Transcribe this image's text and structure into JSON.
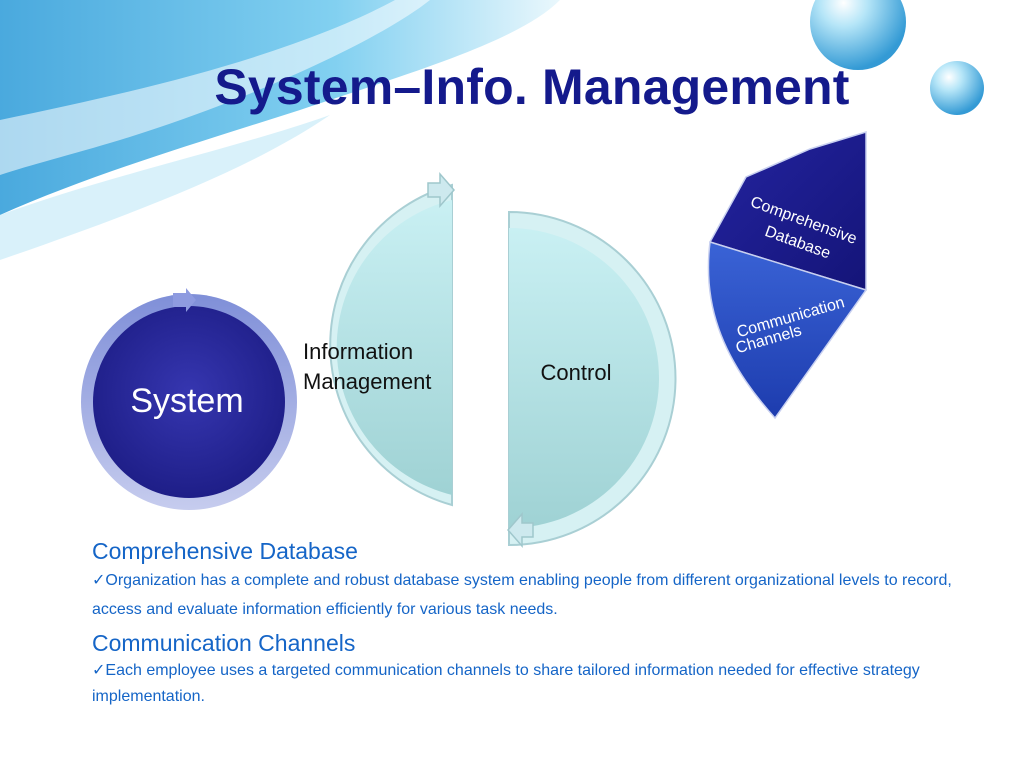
{
  "slide": {
    "title": "System–Info. Management"
  },
  "diagram": {
    "system_label": "System",
    "info_label_line1": "Information",
    "info_label_line2": "Management",
    "control_label": "Control",
    "segment_top_line1": "Comprehensive",
    "segment_top_line2": "Database",
    "segment_bottom_line1": "Communication",
    "segment_bottom_line2": "Channels"
  },
  "body": {
    "section1_heading": "Comprehensive Database",
    "section1_check": "✓",
    "section1_text": "Organization has a complete and robust database system enabling people from different organizational levels to record, access and evaluate information efficiently for various task needs.",
    "section2_heading": "Communication Channels",
    "section2_check": "✓",
    "section2_text": "Each employee uses a targeted communication channels to share tailored information needed for effective strategy implementation."
  },
  "colors": {
    "title": "#141a8c",
    "body_text": "#1565c7",
    "system_fill": "#2a2a9e",
    "half_circle_fill": "#b5e6ea",
    "segment_dark": "#1c1c8a",
    "segment_mid": "#2e56c9"
  }
}
